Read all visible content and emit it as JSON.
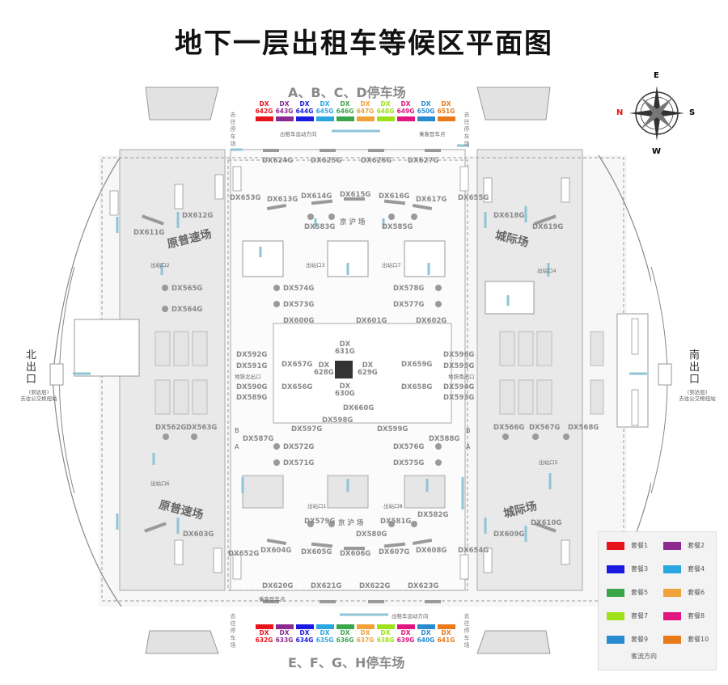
{
  "title": "地下一层出租车等候区平面图",
  "parking_top": "A、B、C、D停车场",
  "parking_bottom": "E、F、G、H停车场",
  "top_codes": [
    {
      "code": "DX\n642G",
      "color": "#e8141b"
    },
    {
      "code": "DX\n643G",
      "color": "#8b2a8f"
    },
    {
      "code": "DX\n644G",
      "color": "#1a1ae0"
    },
    {
      "code": "DX\n645G",
      "color": "#2aa6e0"
    },
    {
      "code": "DX\n646G",
      "color": "#3aa64a"
    },
    {
      "code": "DX\n647G",
      "color": "#f0a23a"
    },
    {
      "code": "DX\n648G",
      "color": "#9ee01a"
    },
    {
      "code": "DX\n649G",
      "color": "#e0157f"
    },
    {
      "code": "DX\n650G",
      "color": "#2a8ad0"
    },
    {
      "code": "DX\n651G",
      "color": "#e87a1a"
    }
  ],
  "bottom_codes": [
    {
      "code": "DX\n632G",
      "color": "#e8141b"
    },
    {
      "code": "DX\n633G",
      "color": "#8b2a8f"
    },
    {
      "code": "DX\n634G",
      "color": "#1a1ae0"
    },
    {
      "code": "DX\n635G",
      "color": "#2aa6e0"
    },
    {
      "code": "DX\n636G",
      "color": "#3aa64a"
    },
    {
      "code": "DX\n637G",
      "color": "#f0a23a"
    },
    {
      "code": "DX\n638G",
      "color": "#9ee01a"
    },
    {
      "code": "DX\n639G",
      "color": "#e0157f"
    },
    {
      "code": "DX\n640G",
      "color": "#2a8ad0"
    },
    {
      "code": "DX\n641G",
      "color": "#e87a1a"
    }
  ],
  "labels": {
    "dx624": "DX624G",
    "dx625": "DX625G",
    "dx626": "DX626G",
    "dx627": "DX627G",
    "dx613": "DX613G",
    "dx614": "DX614G",
    "dx615": "DX615G",
    "dx616": "DX616G",
    "dx617": "DX617G",
    "dx653": "DX653G",
    "dx655": "DX655G",
    "dx612": "DX612G",
    "dx611": "DX611G",
    "dx618": "DX618G",
    "dx619": "DX619G",
    "dx583": "DX583G",
    "dx585": "DX585G",
    "jinghu_top": "京 沪 场",
    "dx565": "DX565G",
    "dx564": "DX564G",
    "dx574": "DX574G",
    "dx573": "DX573G",
    "dx578": "DX578G",
    "dx577": "DX577G",
    "dx600": "DX600G",
    "dx601": "DX601G",
    "dx602": "DX602G",
    "dx592": "DX592G",
    "dx591": "DX591G",
    "dx590": "DX590G",
    "dx589": "DX589G",
    "dx596": "DX596G",
    "dx595": "DX595G",
    "dx594": "DX594G",
    "dx593": "DX593G",
    "dx657": "DX657G",
    "dx656": "DX656G",
    "dx659": "DX659G",
    "dx658": "DX658G",
    "dx631": "DX\n631G",
    "dx628": "DX\n628G",
    "dx629": "DX\n629G",
    "dx630": "DX\n630G",
    "dx660": "DX660G",
    "dx597": "DX597G",
    "dx598": "DX598G",
    "dx599": "DX599G",
    "dx562": "DX562G",
    "dx563": "DX563G",
    "dx566": "DX566G",
    "dx567": "DX567G",
    "dx568": "DX568G",
    "dx587": "DX587G",
    "dx588": "DX588G",
    "dx572": "DX572G",
    "dx571": "DX571G",
    "dx576": "DX576G",
    "dx575": "DX575G",
    "dx579": "DX579G",
    "jinghu_bottom": "京 沪 场",
    "dx581": "DX581G",
    "dx580": "DX580G",
    "dx582": "DX582G",
    "dx603": "DX603G",
    "dx609": "DX609G",
    "dx610": "DX610G",
    "dx604": "DX604G",
    "dx605": "DX605G",
    "dx606": "DX606G",
    "dx607": "DX607G",
    "dx608": "DX608G",
    "dx652": "DX652G",
    "dx654": "DX654G",
    "dx620": "DX620G",
    "dx621": "DX621G",
    "dx622": "DX622G",
    "dx623": "DX623G",
    "zone_ypsc_top": "原普速场",
    "zone_cjc_top": "城际场",
    "zone_ypsc_bottom": "原普速场",
    "zone_cjc_bottom": "城际场",
    "north_exit": "北\n出\n口",
    "south_exit": "南\n出\n口",
    "north_sub": "(到达层)\n去往公交枢纽站",
    "south_sub": "(到达层)\n去往公交枢纽站",
    "taxi_dir": "出租车运动方向",
    "pickup": "乘客登车点",
    "west_parking": "去往停车场",
    "east_parking": "去往停车场",
    "exit_out2": "出站口2",
    "exit_out3": "出站口3",
    "exit_out4": "出站口4",
    "exit_out5": "出站口5",
    "exit_out6": "出站口6",
    "exit_out1": "出站口1",
    "exit_out7": "出站口7",
    "exit_out8": "出站口8",
    "north_exit_cn": "地铁北出口",
    "south_exit_cn": "地铁南出口",
    "B_top": "B",
    "A_top": "A",
    "B_r": "B",
    "A_r": "A"
  },
  "legend": [
    {
      "name": "套餐1",
      "color": "#e8141b"
    },
    {
      "name": "套餐2",
      "color": "#8b2a8f"
    },
    {
      "name": "套餐3",
      "color": "#1a1ae0"
    },
    {
      "name": "套餐4",
      "color": "#2aa6e0"
    },
    {
      "name": "套餐5",
      "color": "#3aa64a"
    },
    {
      "name": "套餐6",
      "color": "#f0a23a"
    },
    {
      "name": "套餐7",
      "color": "#9ee01a"
    },
    {
      "name": "套餐8",
      "color": "#e0157f"
    },
    {
      "name": "套餐9",
      "color": "#2a8ad0"
    },
    {
      "name": "套餐10",
      "color": "#e87a1a"
    }
  ],
  "legend_flow": "客流方向",
  "compass": {
    "n": "N",
    "e": "E",
    "s": "S",
    "w": "W"
  }
}
